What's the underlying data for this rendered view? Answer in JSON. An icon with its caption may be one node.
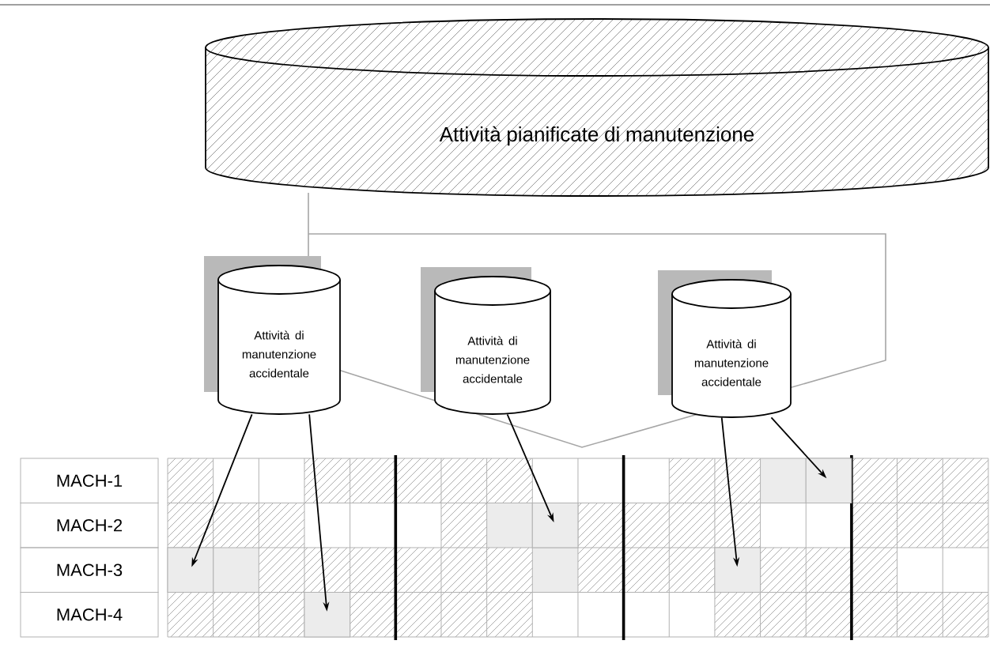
{
  "diagram": {
    "nodes": [
      {
        "text": [
          "Attività pianificate di manutenzione"
        ]
      },
      {
        "text": [
          "Attività di manutenzione accidentale"
        ]
      },
      {
        "text": [
          "Attività di manutenzione accidentale"
        ]
      },
      {
        "text": [
          "Attività di manutenzione accidentale"
        ]
      },
      {
        "text": [
          "MACH-1"
        ]
      },
      {
        "text": [
          "MACH-2"
        ]
      },
      {
        "text": [
          "MACH-3"
        ]
      },
      {
        "text": [
          "MACH-4"
        ]
      },
      {
        "text": [],
        "shape": "box"
      },
      {
        "text": [],
        "shape": "box"
      },
      {
        "text": [],
        "shape": "box"
      },
      {
        "text": [],
        "shape": "box"
      },
      {
        "text": [],
        "shape": "box"
      }
    ],
    "edges": [
      {
        "from": 1,
        "to": 10,
        "arrow": "to"
      },
      {
        "from": 1,
        "to": 12,
        "arrow": "to"
      },
      {
        "from": 2,
        "to": 9,
        "arrow": "to"
      },
      {
        "from": 3,
        "to": 11,
        "arrow": "to"
      },
      {
        "from": 3,
        "to": 8,
        "arrow": "to"
      }
    ]
  }
}
